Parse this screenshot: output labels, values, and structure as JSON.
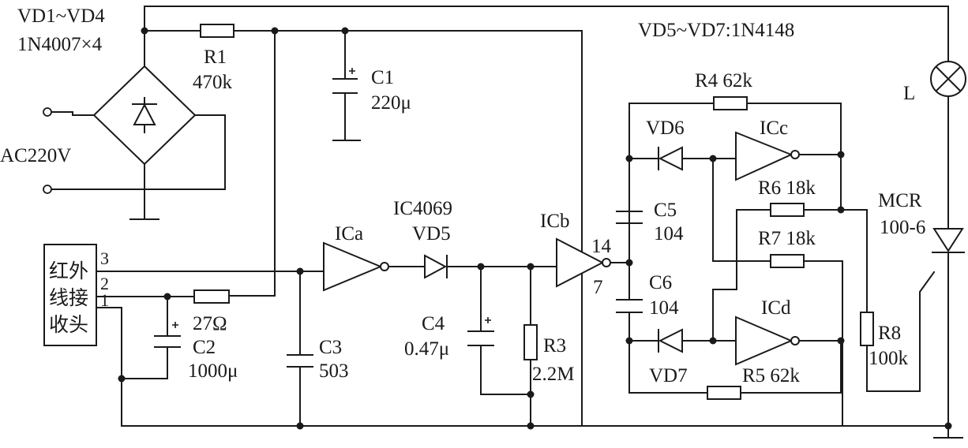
{
  "bridge": {
    "name": "VD1~VD4",
    "part": "1N4007×4"
  },
  "ac_input": {
    "label": "AC220V"
  },
  "r1": {
    "name": "R1",
    "value": "470k"
  },
  "c1": {
    "name": "C1",
    "value": "220μ"
  },
  "diode_note": {
    "text": "VD5~VD7:1N4148"
  },
  "r4": {
    "label": "R4 62k"
  },
  "vd6": {
    "name": "VD6"
  },
  "icc": {
    "name": "ICc"
  },
  "r6": {
    "label": "R6 18k"
  },
  "lamp": {
    "name": "L"
  },
  "mcr": {
    "name": "MCR",
    "part": "100-6"
  },
  "receiver": {
    "line1": "红外",
    "line2": "线接",
    "line3": "收头",
    "pin3": "3",
    "pin2": "2",
    "pin1": "1"
  },
  "ica": {
    "name": "ICa"
  },
  "ic_type": {
    "text": "IC4069"
  },
  "vd5": {
    "name": "VD5"
  },
  "icb": {
    "name": "ICb",
    "pin14": "14",
    "pin7": "7"
  },
  "c5": {
    "name": "C5",
    "value": "104"
  },
  "r7": {
    "label": "R7 18k"
  },
  "c6": {
    "name": "C6",
    "value": "104"
  },
  "icd": {
    "name": "ICd"
  },
  "r2": {
    "value": "27Ω"
  },
  "c2": {
    "name": "C2",
    "value": "1000μ"
  },
  "c3": {
    "name": "C3",
    "value": "503"
  },
  "c4": {
    "name": "C4",
    "value": "0.47μ"
  },
  "r3": {
    "name": "R3",
    "value": "2.2M"
  },
  "r8": {
    "name": "R8",
    "value": "100k"
  },
  "vd7": {
    "name": "VD7"
  },
  "r5": {
    "label": "R5 62k"
  }
}
